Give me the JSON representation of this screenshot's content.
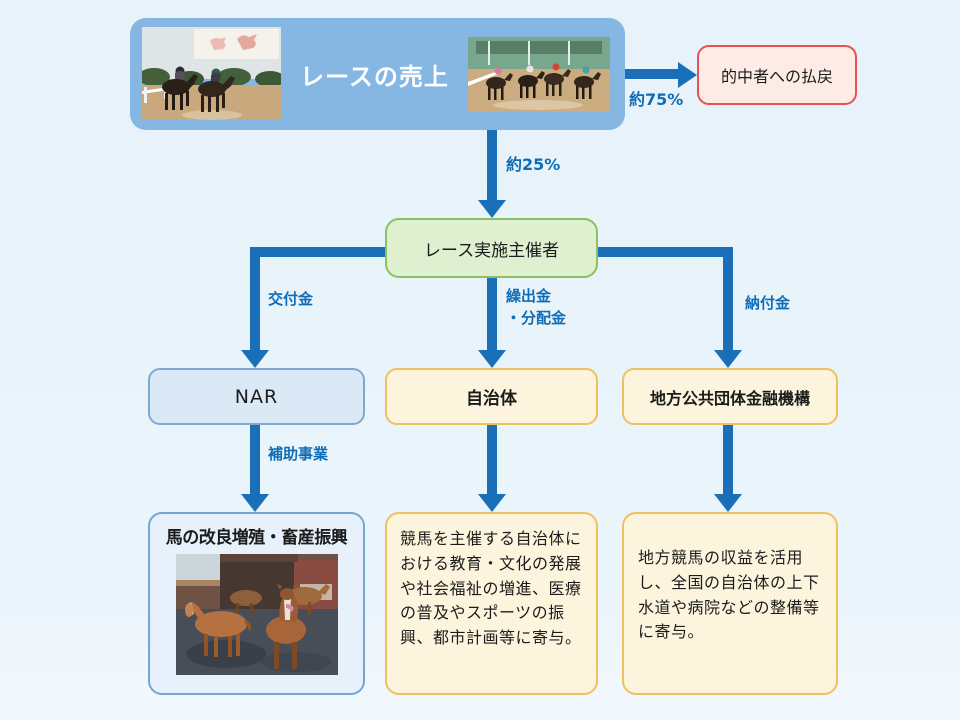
{
  "colors": {
    "background": "#E9F3FA",
    "arrow_blue": "#1A70B8",
    "label_blue": "#0F6DB7",
    "sales_box_fill": "#85B7E2",
    "payout_fill": "#FDECE5",
    "payout_border": "#E8514D",
    "organizer_fill": "#DFF0D0",
    "organizer_border": "#8CC063",
    "nar_fill": "#DBE9F6",
    "nar_border": "#7FA8D2",
    "cream_fill": "#FDF4DD",
    "cream_border": "#F0C060",
    "leaf_blue_fill": "#E7F1FB",
    "leaf_blue_border": "#74A6D5"
  },
  "top": {
    "sales_label": "レースの売上",
    "pct75": "約75%",
    "payout_label": "的中者への払戻",
    "pct25": "約25%"
  },
  "organizer": {
    "label": "レース実施主催者"
  },
  "branches": [
    {
      "arrow_label": "交付金",
      "node_label": "NAR",
      "sub_arrow_label": "補助事業",
      "leaf_title": "馬の改良増殖・畜産振興"
    },
    {
      "arrow_label": "繰出金\n・分配金",
      "node_label": "自治体",
      "leaf_text": "競馬を主催する自治体における教育・文化の発展や社会福祉の増進、医療の普及やスポーツの振興、都市計画等に寄与。"
    },
    {
      "arrow_label": "納付金",
      "node_label": "地方公共団体金融機構",
      "leaf_text": "地方競馬の収益を活用し、全国の自治体の上下水道や病院などの整備等に寄与。"
    }
  ],
  "images": {
    "race_photo_finish": "horse-race-finish-photo",
    "race_photo_field": "horse-race-field-photo",
    "paddock_photo": "horses-paddock-photo"
  }
}
